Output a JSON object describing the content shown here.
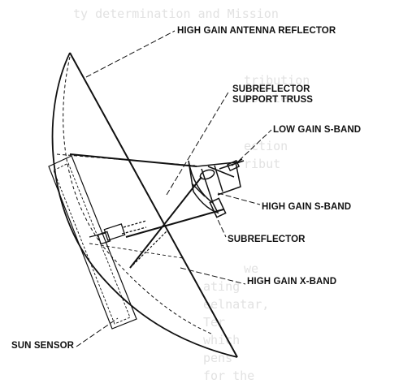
{
  "diagram": {
    "labels": {
      "reflector": "HIGH GAIN ANTENNA REFLECTOR",
      "truss_line1": "SUBREFLECTOR",
      "truss_line2": "SUPPORT TRUSS",
      "low_gain_s": "LOW GAIN S-BAND",
      "high_gain_s": "HIGH GAIN S-BAND",
      "subreflector": "SUBREFLECTOR",
      "high_gain_x": "HIGH GAIN X-BAND",
      "sun_sensor": "SUN SENSOR"
    },
    "colors": {
      "ink": "#111111",
      "background": "#ffffff",
      "bleed_through_text": "#e2e2e2"
    }
  }
}
